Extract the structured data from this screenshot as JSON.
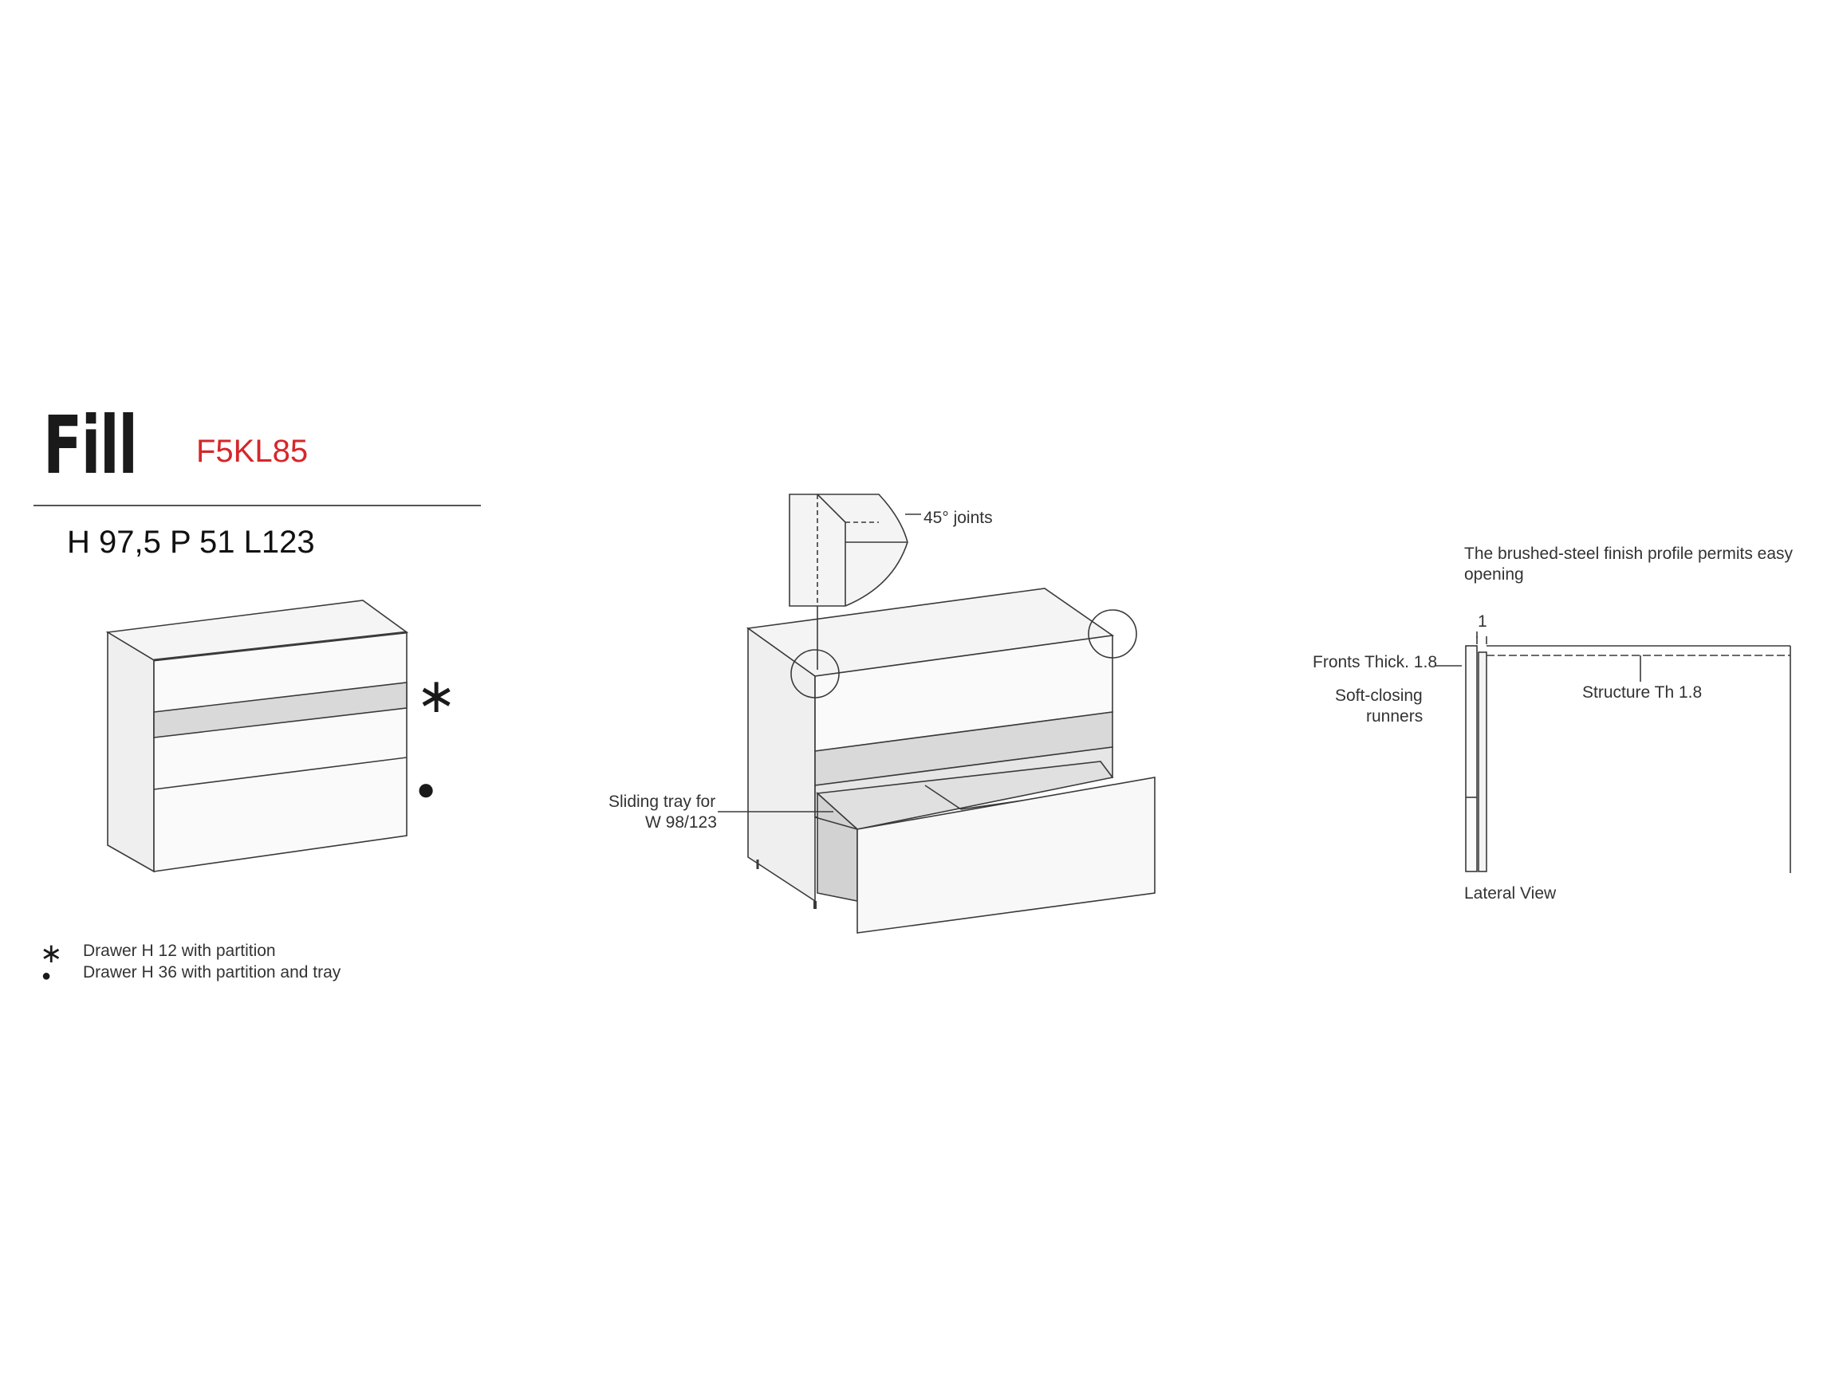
{
  "product": {
    "name": "Fill",
    "code": "F5KL85",
    "dimensions": "H 97,5 P 51 L123"
  },
  "legend": [
    {
      "symbol": "∗",
      "text": "Drawer H 12 with partition"
    },
    {
      "symbol": "●",
      "text": "Drawer H 36 with partition and tray"
    }
  ],
  "markers": {
    "star": "∗",
    "dot": "●"
  },
  "labels": {
    "joints": "45° joints",
    "tray_line1": "Sliding tray for",
    "tray_line2": "W 98/123",
    "profile_line1": "The brushed-steel finish profile permits easy",
    "profile_line2": "opening",
    "gap": "1",
    "fronts": "Fronts Thick. 1.8",
    "runners_line1": "Soft-closing",
    "runners_line2": "runners",
    "structure": "Structure Th 1.8",
    "lateral": "Lateral View"
  },
  "colors": {
    "code_red": "#d6262a",
    "line": "#3a3a3a",
    "panel_fill": "#f2f2f2",
    "band_fill": "#d8d8d8"
  }
}
